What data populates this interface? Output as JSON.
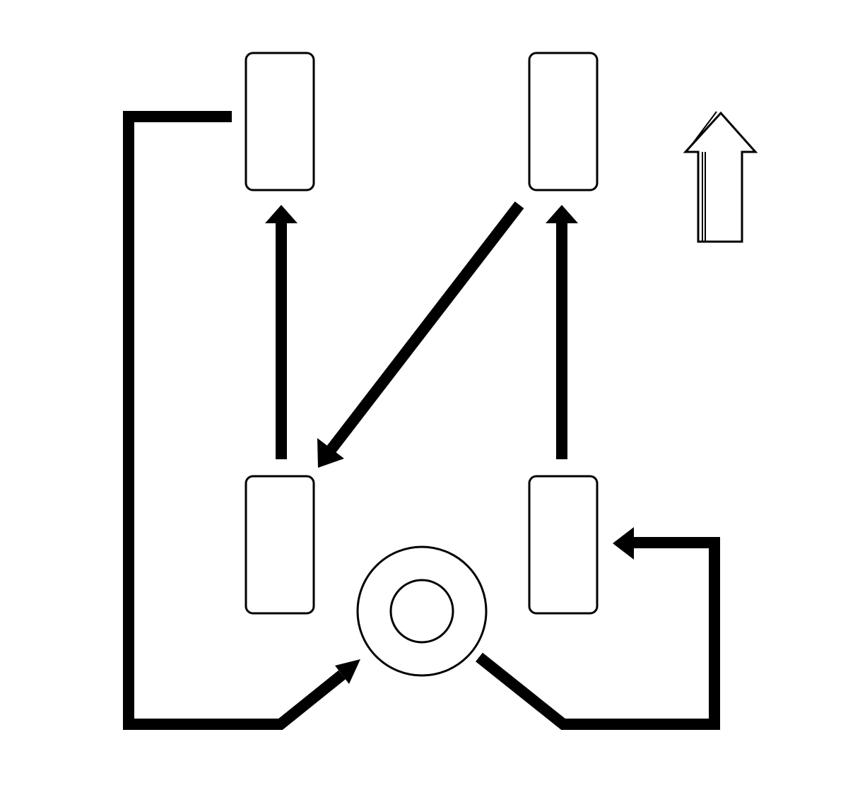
{
  "diagram": {
    "kind": "tire-rotation-pattern",
    "tires": [
      {
        "id": "front-left",
        "role": "road-wheel"
      },
      {
        "id": "front-right",
        "role": "road-wheel"
      },
      {
        "id": "rear-left",
        "role": "road-wheel"
      },
      {
        "id": "rear-right",
        "role": "road-wheel"
      },
      {
        "id": "spare",
        "role": "spare-wheel"
      }
    ],
    "moves": [
      {
        "from": "rear-left",
        "to": "front-left"
      },
      {
        "from": "rear-right",
        "to": "front-right"
      },
      {
        "from": "front-right",
        "to": "rear-left"
      },
      {
        "from": "front-left",
        "to": "spare"
      },
      {
        "from": "spare",
        "to": "rear-right"
      }
    ],
    "direction_indicator": "up-arrow-icon",
    "colors": {
      "stroke": "#000000",
      "background": "#ffffff"
    }
  }
}
